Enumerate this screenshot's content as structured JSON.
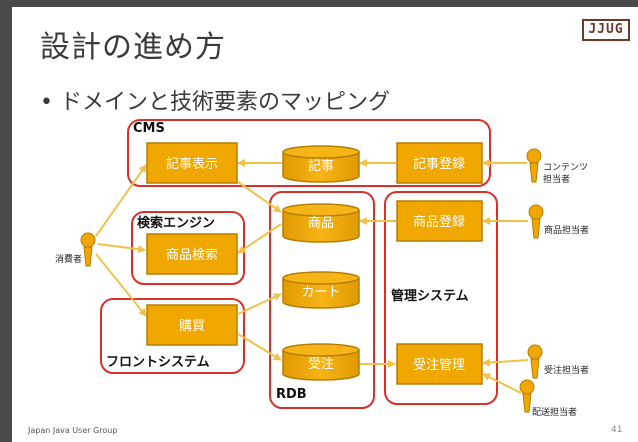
{
  "slide": {
    "title": "設計の進め方",
    "bullet": "• ドメインと技術要素のマッピング",
    "logo": "JJUG",
    "footer": "Japan Java User Group",
    "page_number": "41"
  },
  "groups": {
    "cms": "CMS",
    "search": "検索エンジン",
    "front": "フロントシステム",
    "rdb": "RDB",
    "admin": "管理システム"
  },
  "boxes": {
    "article_view": "記事表示",
    "article_register": "記事登録",
    "product_search": "商品検索",
    "product_register": "商品登録",
    "purchase": "購買",
    "order_manage": "受注管理"
  },
  "stores": {
    "article": "記事",
    "product": "商品",
    "cart": "カート",
    "order": "受注"
  },
  "actors": {
    "consumer": "消費者",
    "content_line1": "コンテンツ",
    "content_line2": "担当者",
    "product_owner": "商品担当者",
    "order_owner": "受注担当者",
    "delivery_owner": "配送担当者"
  },
  "colors": {
    "box_fill": "#F0A800",
    "box_stroke": "#B57E00",
    "group_border": "#D9302C",
    "arrow": "#F0C24A",
    "actor": "#F0A800"
  }
}
